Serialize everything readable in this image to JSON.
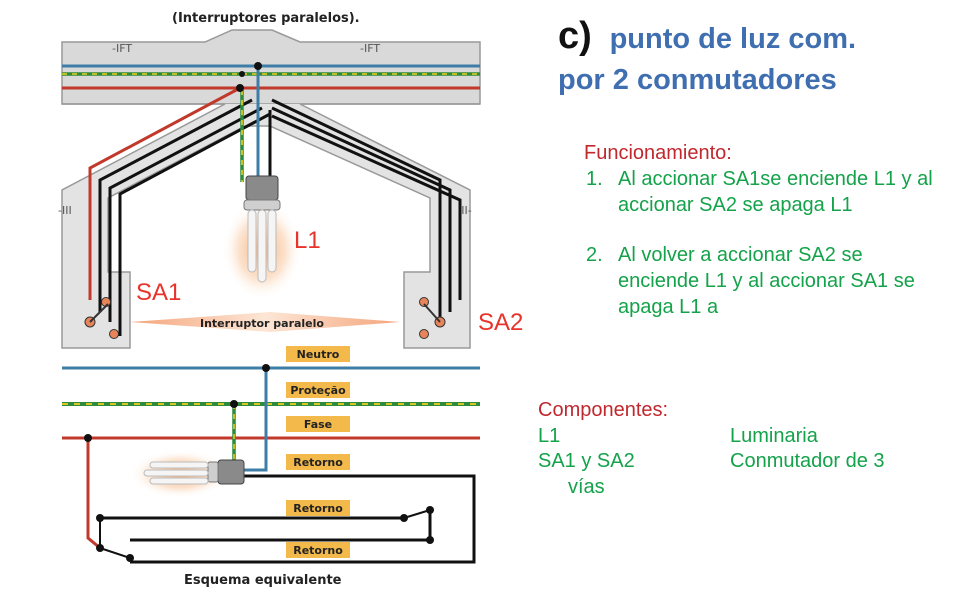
{
  "diagram": {
    "top_caption": "(Interruptores paralelos).",
    "lamp_label": "L1",
    "switch1_label": "SA1",
    "switch2_label": "SA2",
    "center_caption": "Interruptor paralelo",
    "bus_tags": [
      "Neutro",
      "Proteção",
      "Fase",
      "Retorno",
      "Retorno",
      "Retorno"
    ],
    "bottom_caption": "Esquema equivalente",
    "wire_colors": {
      "neutral": "#3d7da6",
      "protection": "#2e8a3c",
      "stripe": "#f0d020",
      "phase": "#c0392b",
      "return": "#111111"
    }
  },
  "title": {
    "letter": "c)",
    "line1": "punto de luz com.",
    "line2": "por 2 conmutadores"
  },
  "funcionamiento": {
    "heading": "Funcionamiento:",
    "items": [
      {
        "num": "1.",
        "text": "Al accionar SA1se enciende L1 y al accionar SA2 se apaga L1"
      },
      {
        "num": "2.",
        "text": "Al volver a accionar SA2 se enciende L1 y al accionar SA1 se apaga L1 a"
      }
    ]
  },
  "componentes": {
    "heading": "Componentes:",
    "rows": [
      {
        "code": "L1",
        "desc": "Luminaria"
      },
      {
        "code": "SA1 y SA2",
        "desc": "Conmutador de 3"
      }
    ],
    "continuation": "vías"
  }
}
